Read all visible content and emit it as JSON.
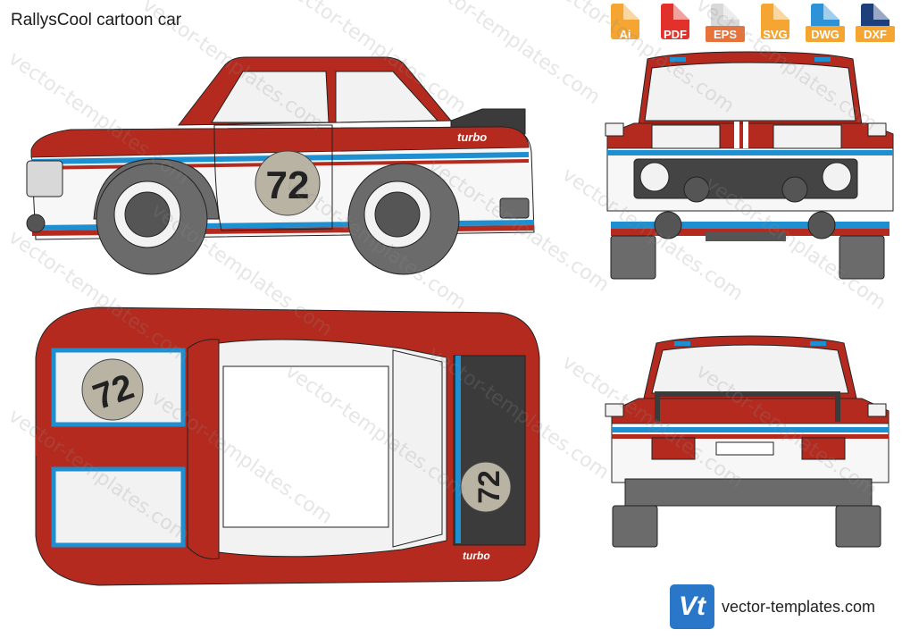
{
  "title": "RallysCool cartoon car",
  "formats": [
    {
      "label": "Ai",
      "color": "#f4a532"
    },
    {
      "label": "PDF",
      "color": "#e2302b"
    },
    {
      "label": "EPS",
      "color": "#d7d7d7"
    },
    {
      "label": "SVG",
      "color": "#f4a532"
    },
    {
      "label": "DWG",
      "color": "#2d92d8"
    },
    {
      "label": "DXF",
      "color": "#1d3f7c"
    }
  ],
  "side_view": {
    "badge": "turbo",
    "number": "72"
  },
  "top_view": {
    "number_front": "72",
    "number_rear": "72",
    "badge": "turbo"
  },
  "brand": {
    "logo": "Vt",
    "site": "vector-templates.com"
  },
  "watermark": "vector-templates.com",
  "colors": {
    "body_red": "#b42a1e",
    "stripe_blue": "#1e8fd0",
    "stripe_red": "#b42a1e",
    "white": "#f7f7f7",
    "tire": "#6b6b6b",
    "dark": "#3b3b3b"
  }
}
